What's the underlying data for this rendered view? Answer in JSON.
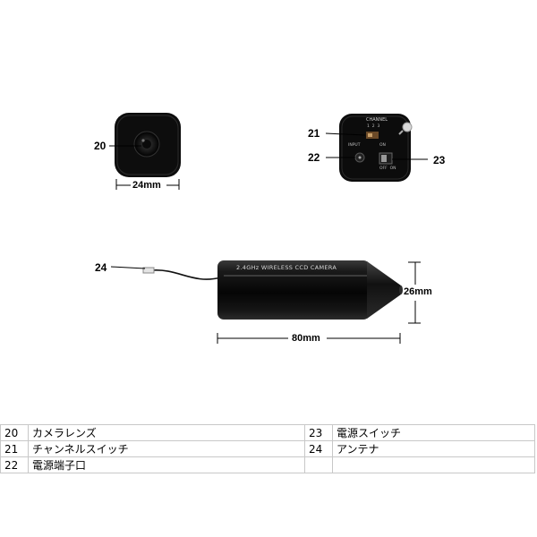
{
  "callouts": {
    "c20": "20",
    "c21": "21",
    "c22": "22",
    "c23": "23",
    "c24": "24"
  },
  "dimensions": {
    "lens_width": "24mm",
    "body_height": "26mm",
    "body_length": "80mm"
  },
  "device_print": {
    "body_text": "2.4GHz WIRELESS CCD CAMERA",
    "channel_label": "CHANNEL",
    "channel_numbers": "1  2  3",
    "switch_label": "ON",
    "switch_off_label": "OFF  ON",
    "input_label": "INPUT"
  },
  "legend": [
    {
      "left_num": "20",
      "left_text": "カメラレンズ",
      "right_num": "23",
      "right_text": "電源スイッチ"
    },
    {
      "left_num": "21",
      "left_text": "チャンネルスイッチ",
      "right_num": "24",
      "right_text": "アンテナ"
    },
    {
      "left_num": "22",
      "left_text": "電源端子口",
      "right_num": "",
      "right_text": ""
    }
  ]
}
